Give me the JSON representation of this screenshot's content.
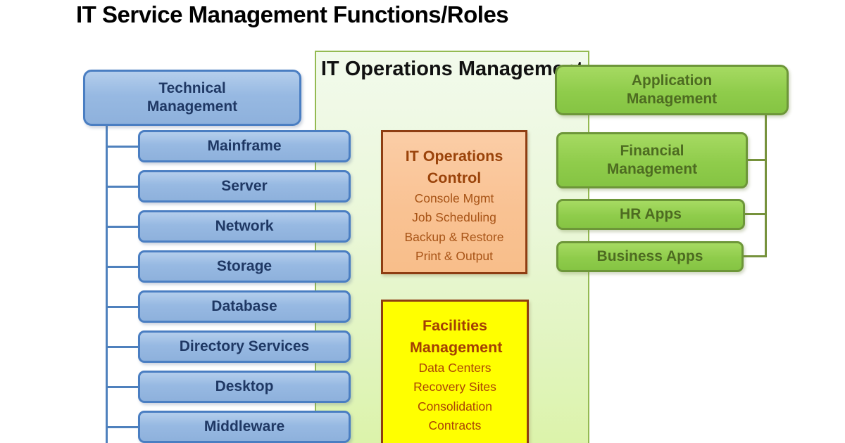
{
  "page_title": "IT Service Management Functions/Roles",
  "technical_management": {
    "title": "Technical Management",
    "items": [
      "Mainframe",
      "Server",
      "Network",
      "Storage",
      "Database",
      "Directory Services",
      "Desktop",
      "Middleware"
    ]
  },
  "it_operations_management": {
    "title": "IT Operations Management",
    "it_operations_control": {
      "title": "IT Operations Control",
      "items": [
        "Console Mgmt",
        "Job Scheduling",
        "Backup & Restore",
        "Print & Output"
      ]
    },
    "facilities_management": {
      "title": "Facilities Management",
      "items": [
        "Data Centers",
        "Recovery Sites",
        "Consolidation",
        "Contracts"
      ]
    }
  },
  "application_management": {
    "title": "Application Management",
    "items": [
      "Financial Management",
      "HR Apps",
      "Business Apps"
    ]
  },
  "colors": {
    "blue_fill": "#97B9E2",
    "blue_border": "#4A7EC2",
    "blue_text": "#1F3864",
    "green_fill": "#8FCC4B",
    "green_border": "#6D9639",
    "green_text": "#4D6B21",
    "panel_fill": "#E8F7D4",
    "panel_border": "#94BA52",
    "orange_fill": "#F9C293",
    "brown_border": "#8E3D12",
    "orange_text": "#9A430A",
    "yellow_fill": "#FFFF00",
    "yellow_text": "#A33E04",
    "title_text": "#000000"
  }
}
